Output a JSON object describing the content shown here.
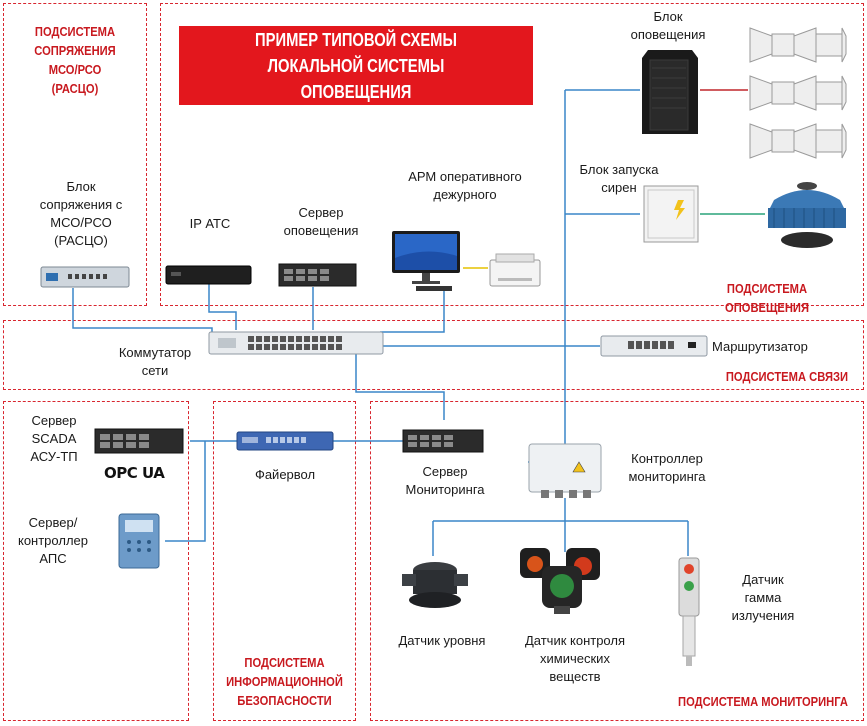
{
  "title": "ПРИМЕР ТИПОВОЙ СХЕМЫ\nЛОКАЛЬНОЙ СИСТЕМЫ ОПОВЕЩЕНИЯ",
  "zones": {
    "interface": "ПОДСИСТЕМА\nСОПРЯЖЕНИЯ\nМСО/РСО\n(РАСЦО)",
    "notification": "ПОДСИСТЕМА ОПОВЕЩЕНИЯ",
    "communication": "ПОДСИСТЕМА СВЯЗИ",
    "infosec": "ПОДСИСТЕМА\nИНФОРМАЦИОННОЙ\nБЕЗОПАСНОСТИ",
    "monitoring": "ПОДСИСТЕМА МОНИТОРИНГА"
  },
  "devices": {
    "interface_block": "Блок\nсопряжения с\nМСО/РСО\n(РАСЦО)",
    "ip_pbx": "IP АТС",
    "notify_server": "Сервер\nоповещения",
    "workstation": "АРМ оперативного\nдежурного",
    "notify_block": "Блок\nоповещения",
    "siren_launcher": "Блок запуска\nсирен",
    "switch": "Коммутатор\nсети",
    "router": "Маршрутизатор",
    "scada_server": "Сервер\nSCADA\nАСУ-ТП",
    "opc_logo": "OPC UA",
    "aps_controller": "Сервер/\nконтроллер\nАПС",
    "firewall": "Файервол",
    "monitor_server": "Сервер\nМониторинга",
    "monitor_controller": "Контроллер\nмониторинга",
    "level_sensor": "Датчик уровня",
    "chem_sensor": "Датчик контроля\nхимических\nвеществ",
    "gamma_sensor": "Датчик\nгамма\nизлучения"
  },
  "colors": {
    "zone_border": "#d8262f",
    "title_bg": "#e3171d",
    "link_line": "#3a86c8",
    "siren_line": "#2aa37a",
    "speaker_line": "#c0262b"
  }
}
